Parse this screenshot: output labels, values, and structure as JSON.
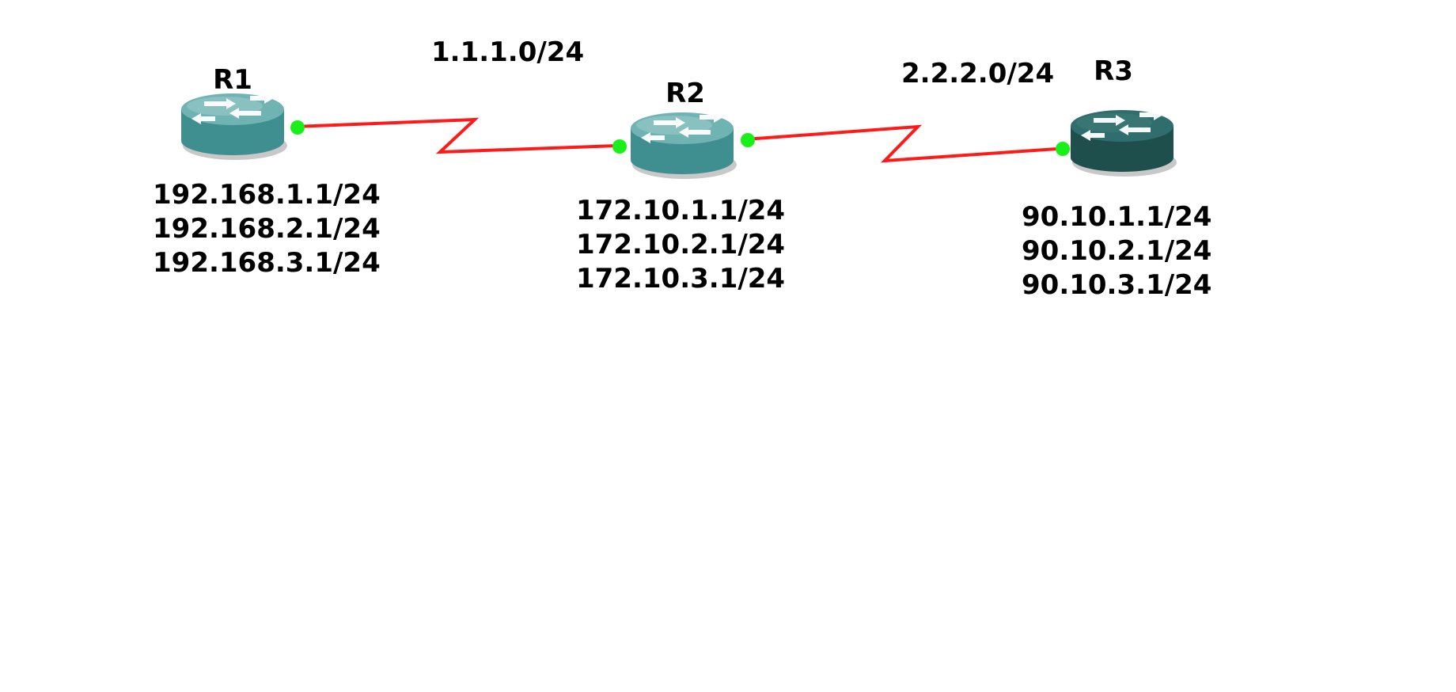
{
  "colors": {
    "link": "#ff1a1a",
    "port": "#19f019",
    "router_light_top": "#6fb3b3",
    "router_light_body": "#3f8f90",
    "router_dark_top": "#2f6e6c",
    "router_dark_body": "#1f4f4d",
    "arrow": "#ffffff"
  },
  "routers": [
    {
      "name": "R1",
      "style": "light",
      "addresses": [
        "192.168.1.1/24",
        "192.168.2.1/24",
        "192.168.3.1/24"
      ]
    },
    {
      "name": "R2",
      "style": "light",
      "addresses": [
        "172.10.1.1/24",
        "172.10.2.1/24",
        "172.10.3.1/24"
      ]
    },
    {
      "name": "R3",
      "style": "dark",
      "addresses": [
        "90.10.1.1/24",
        "90.10.2.1/24",
        "90.10.3.1/24"
      ]
    }
  ],
  "links": [
    {
      "from": "R1",
      "to": "R2",
      "subnet": "1.1.1.0/24",
      "type": "serial"
    },
    {
      "from": "R2",
      "to": "R3",
      "subnet": "2.2.2.0/24",
      "type": "serial"
    }
  ]
}
